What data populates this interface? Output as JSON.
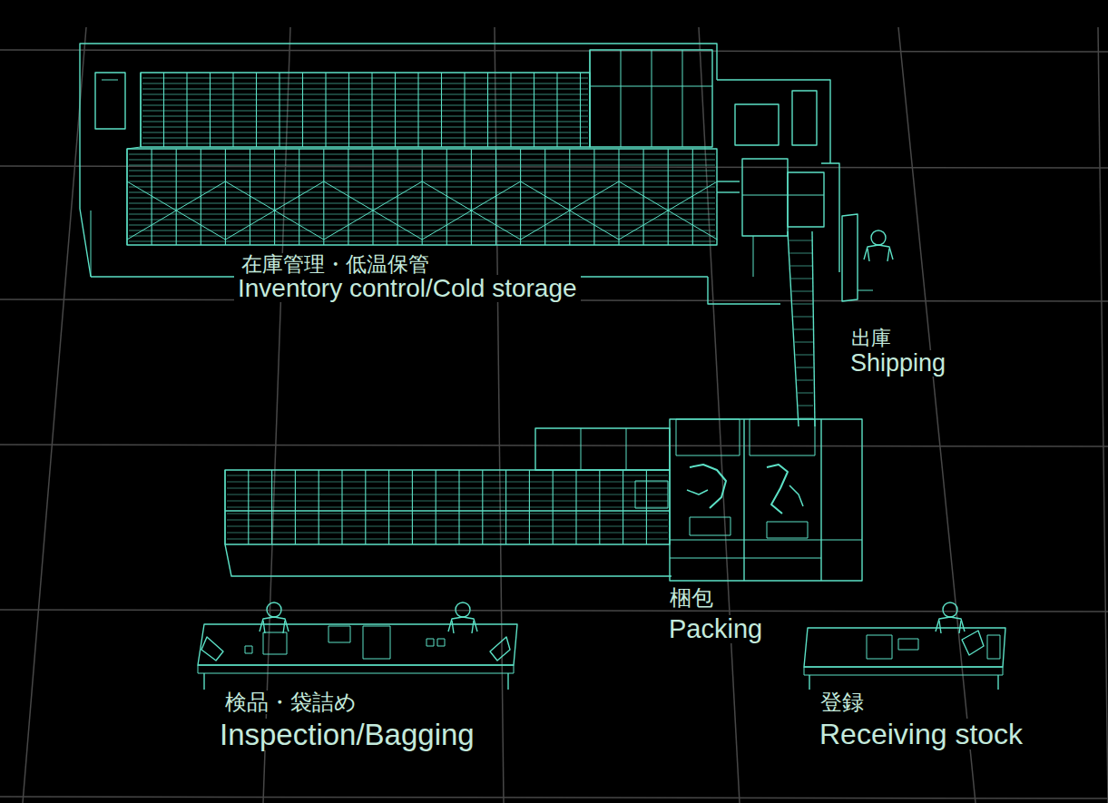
{
  "diagram": {
    "labels": [
      "在庫管理・低温保管",
      "Inventory control/Cold storage",
      "出庫",
      "Shipping",
      "梱包",
      "Packing",
      "検品・袋詰め",
      "Inspection/Bagging",
      "登録",
      "Receiving stock"
    ]
  }
}
